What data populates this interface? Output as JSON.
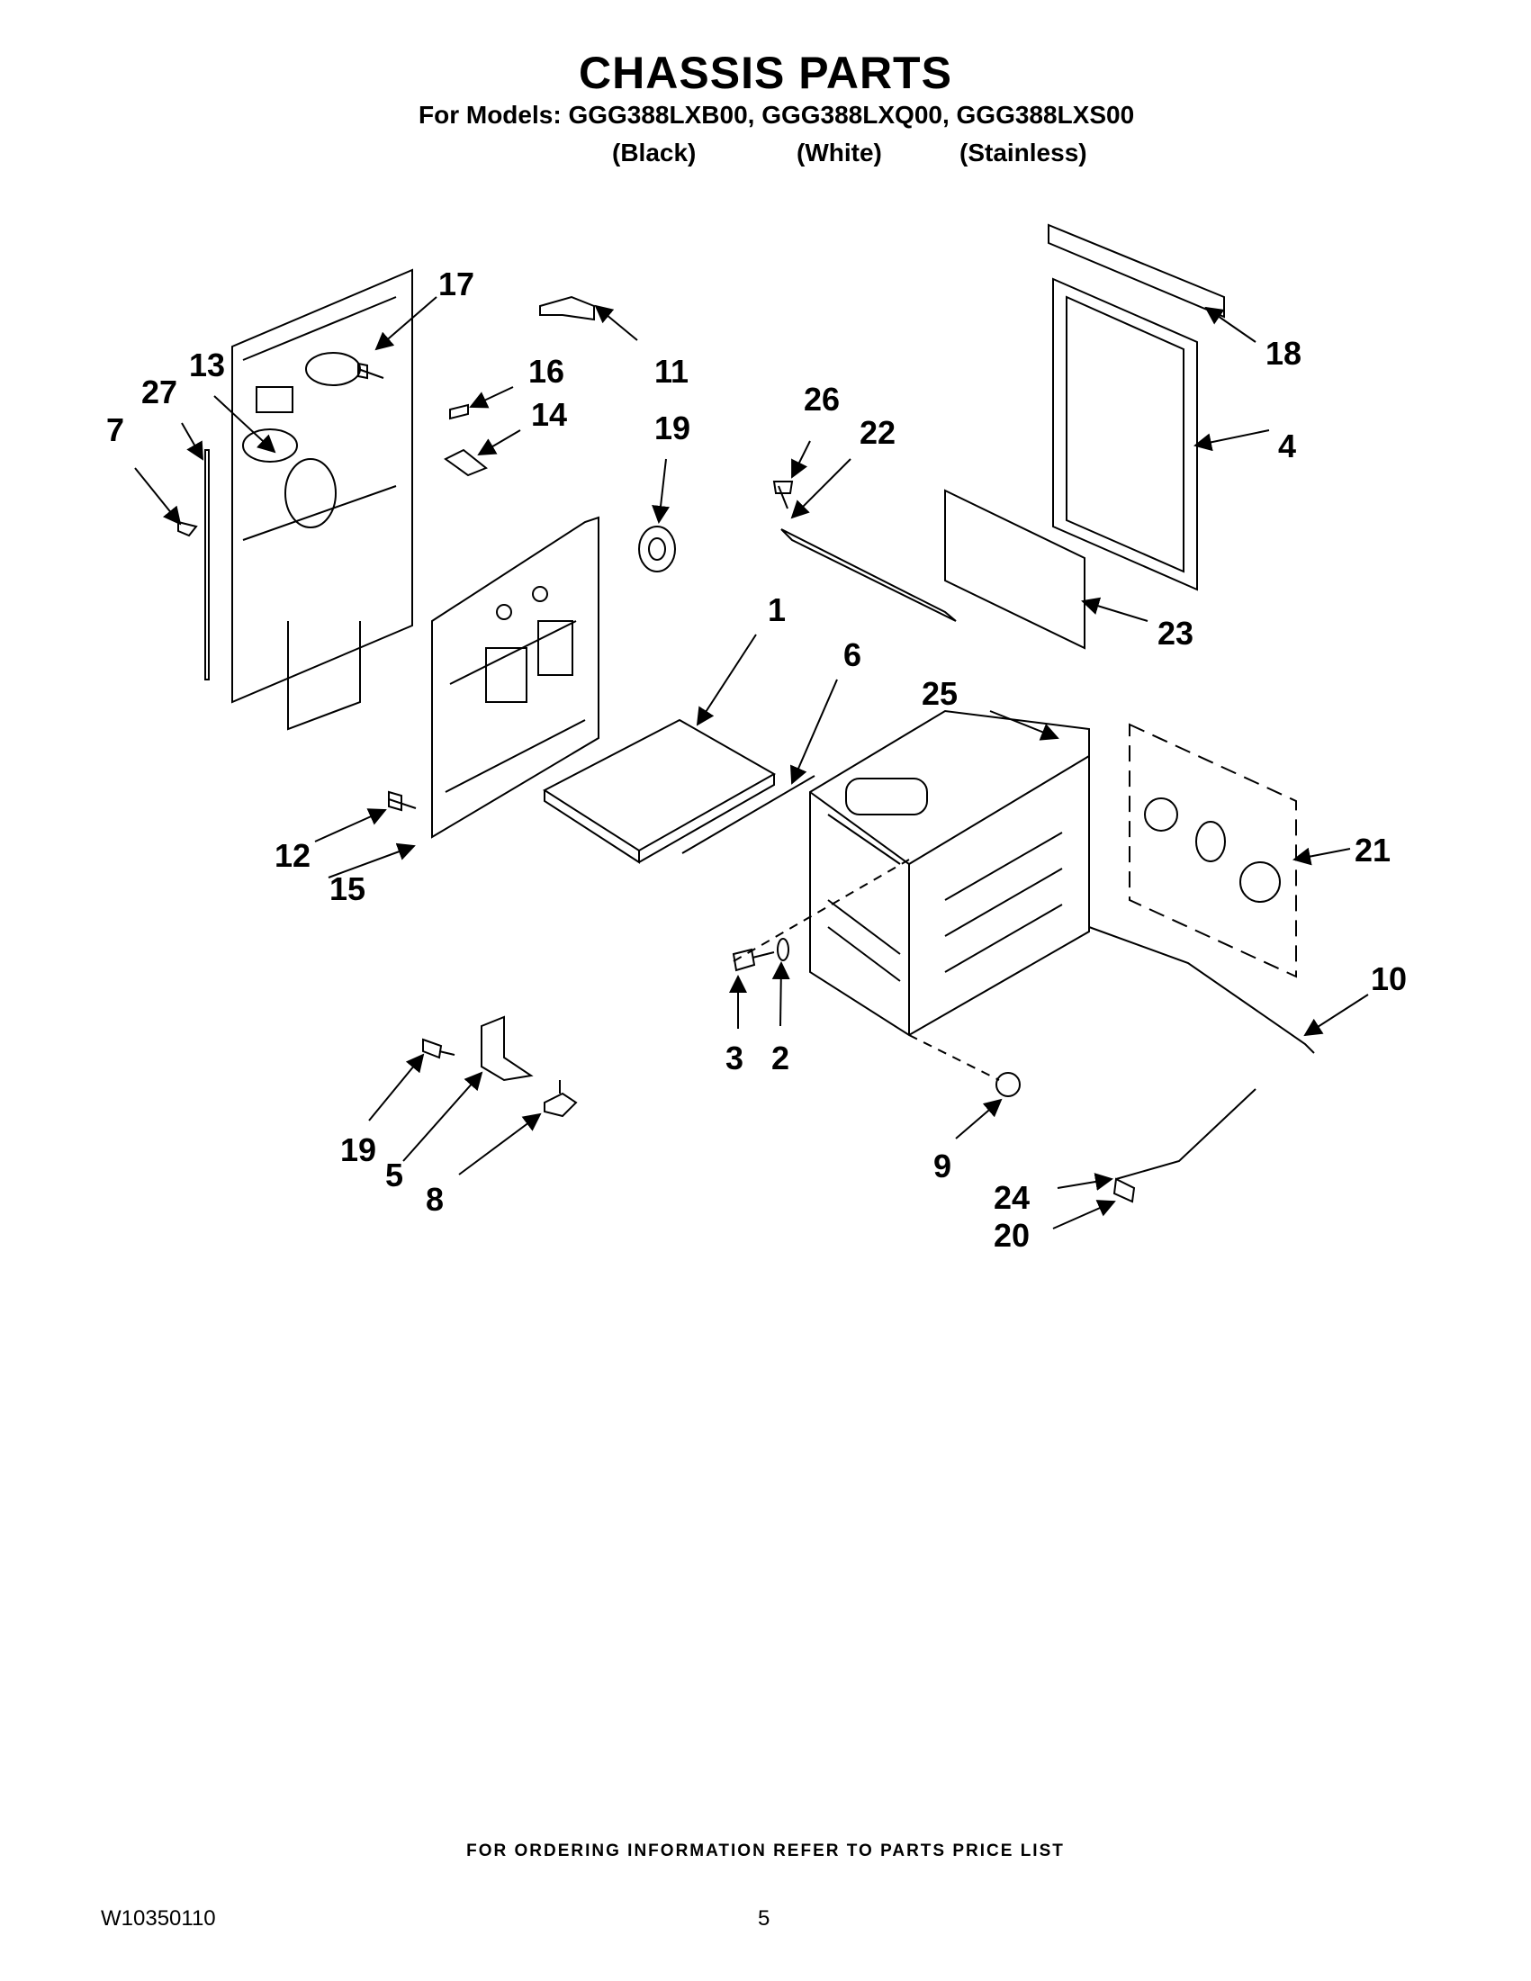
{
  "header": {
    "title": "CHASSIS PARTS",
    "models_line": "For Models: GGG388LXB00, GGG388LXQ00, GGG388LXS00",
    "variants": [
      "(Black)",
      "(White)",
      "(Stainless)"
    ]
  },
  "callouts": [
    "17",
    "11",
    "16",
    "14",
    "13",
    "27",
    "7",
    "19",
    "26",
    "22",
    "18",
    "4",
    "23",
    "1",
    "6",
    "25",
    "21",
    "12",
    "15",
    "3",
    "2",
    "10",
    "19",
    "5",
    "8",
    "9",
    "24",
    "20"
  ],
  "footer": {
    "ordering_note": "FOR ORDERING INFORMATION REFER TO PARTS PRICE LIST",
    "doc_number": "W10350110",
    "page_number": "5"
  }
}
